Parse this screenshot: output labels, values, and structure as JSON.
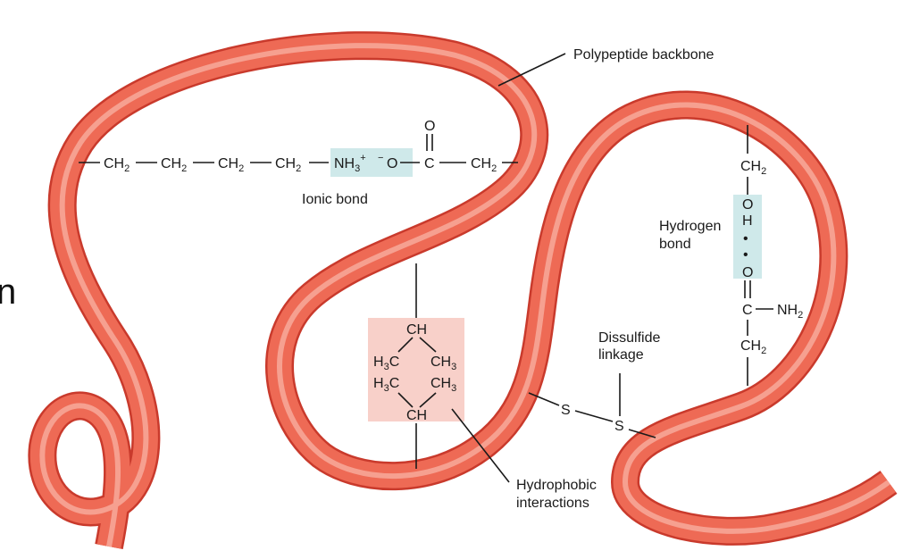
{
  "colors": {
    "backbone_outer": "#c93a2c",
    "backbone_fill": "#ee6a55",
    "backbone_highlight": "#f7a99b",
    "ionic_highlight": "#cfe9ea",
    "hydrophobic_highlight": "#f8d0c9",
    "hydrogen_highlight": "#cfe9ea"
  },
  "labels": {
    "backbone": "Polypeptide backbone",
    "ionic": "Ionic bond",
    "hydrogen_line1": "Hydrogen",
    "hydrogen_line2": "bond",
    "disulfide_line1": "Dissulfide",
    "disulfide_line2": "linkage",
    "hydrophobic_line1": "Hydrophobic",
    "hydrophobic_line2": "interactions",
    "edge_letter": "n"
  },
  "ionic_chain": {
    "ch2": "CH",
    "sub2": "2",
    "nh3": "NH",
    "sub3": "3",
    "plus": "+",
    "minus": "−",
    "o": "O",
    "c": "C",
    "carbonyl_o": "O"
  },
  "hydrophobic": {
    "ch": "CH",
    "h3c": "H",
    "c": "C",
    "ch3": "CH",
    "sub3": "3"
  },
  "hydrogen": {
    "ch2": "CH",
    "sub2": "2",
    "o": "O",
    "h": "H",
    "c": "C",
    "nh2": "NH",
    "dot": "•"
  },
  "disulfide": {
    "s": "S"
  }
}
